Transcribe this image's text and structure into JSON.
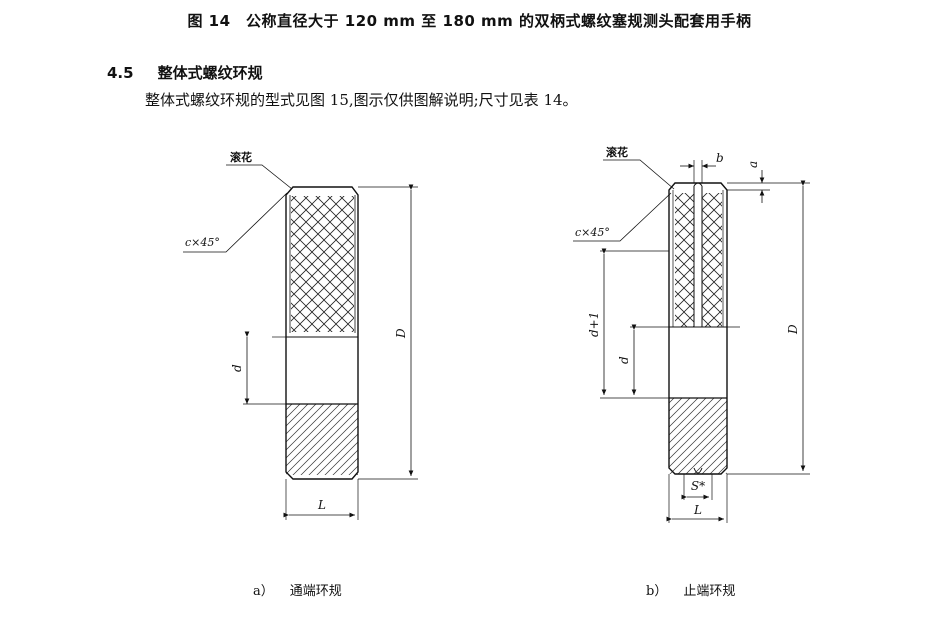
{
  "figure_title": "图 14　公称直径大于 120 mm 至 180 mm 的双柄式螺纹塞规测头配套用手柄",
  "section": {
    "number": "4.5",
    "heading": "整体式螺纹环规",
    "body": "整体式螺纹环规的型式见图 15,图示仅供图解说明;尺寸见表 14。"
  },
  "drawing_a": {
    "knurl_label": "滚花",
    "chamfer_label": "c×45°",
    "dim_d": "d",
    "dim_D": "D",
    "dim_L": "L",
    "caption_tag": "a）",
    "caption_text": "通端环规"
  },
  "drawing_b": {
    "knurl_label": "滚花",
    "chamfer_label": "c×45°",
    "dim_b": "b",
    "dim_a": "a",
    "dim_d1": "d+1",
    "dim_d": "d",
    "dim_D": "D",
    "dim_S": "S*",
    "dim_L": "L",
    "caption_tag": "b）",
    "caption_text": "止端环规"
  }
}
